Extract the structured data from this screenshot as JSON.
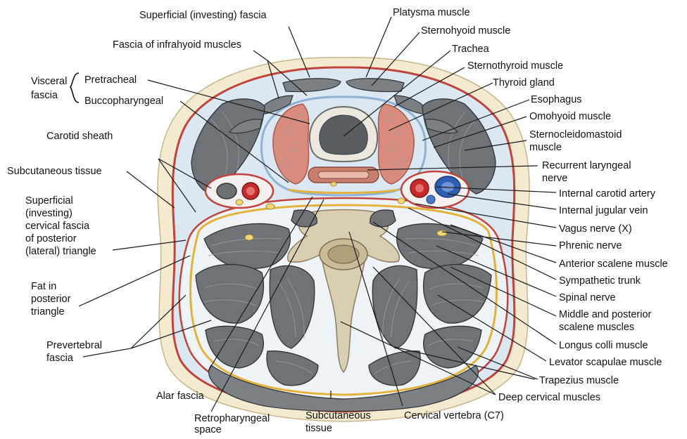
{
  "diagram": {
    "labels": {
      "superficial_investing_fascia": "Superficial (investing) fascia",
      "fascia_infrahyoid": "Fascia of infrahyoid muscles",
      "visceral_fascia_1": "Visceral",
      "visceral_fascia_2": "fascia",
      "pretracheal": "Pretracheal",
      "buccopharyngeal": "Buccopharyngeal",
      "carotid_sheath": "Carotid sheath",
      "subcutaneous_tissue": "Subcutaneous tissue",
      "superficial_cervical_1": "Superficial",
      "superficial_cervical_2": "(investing)",
      "superficial_cervical_3": "cervical fascia",
      "superficial_cervical_4": "of posterior",
      "superficial_cervical_5": "(lateral) triangle",
      "fat_posterior_1": "Fat in",
      "fat_posterior_2": "posterior",
      "fat_posterior_3": "triangle",
      "prevertebral_1": "Prevertebral",
      "prevertebral_2": "fascia",
      "alar_fascia": "Alar fascia",
      "retropharyngeal_1": "Retropharyngeal",
      "retropharyngeal_2": "space",
      "subcutaneous_bottom_1": "Subcutaneous",
      "subcutaneous_bottom_2": "tissue",
      "cervical_vertebra": "Cervical vertebra (C7)",
      "platysma": "Platysma muscle",
      "sternohyoid": "Sternohyoid muscle",
      "trachea": "Trachea",
      "sternothyroid": "Sternothyroid muscle",
      "thyroid_gland": "Thyroid gland",
      "esophagus": "Esophagus",
      "omohyoid": "Omohyoid muscle",
      "scm_1": "Sternocleidomastoid",
      "scm_2": "muscle",
      "recurrent_laryngeal_1": "Recurrent laryngeal",
      "recurrent_laryngeal_2": "nerve",
      "internal_carotid": "Internal carotid artery",
      "internal_jugular": "Internal jugular vein",
      "vagus": "Vagus nerve (X)",
      "phrenic": "Phrenic nerve",
      "anterior_scalene": "Anterior scalene muscle",
      "sympathetic_trunk": "Sympathetic trunk",
      "spinal_nerve": "Spinal nerve",
      "middle_posterior_scalene_1": "Middle and posterior",
      "middle_posterior_scalene_2": "scalene muscles",
      "longus_colli": "Longus colli muscle",
      "levator_scapulae": "Levator scapulae muscle",
      "trapezius": "Trapezius muscle",
      "deep_cervical": "Deep cervical muscles"
    },
    "colors": {
      "skin": "#f3ead0",
      "fascia_red": "#c0443c",
      "fascia_yellow": "#e3b23a",
      "fascia_blue": "#9fc0dc",
      "muscle": "#6f7378",
      "thyroid": "#d98b7e",
      "bone": "#d9cdb2",
      "artery": "#c62a2a",
      "vein": "#2f5fb3",
      "nerve": "#f0d878"
    }
  }
}
